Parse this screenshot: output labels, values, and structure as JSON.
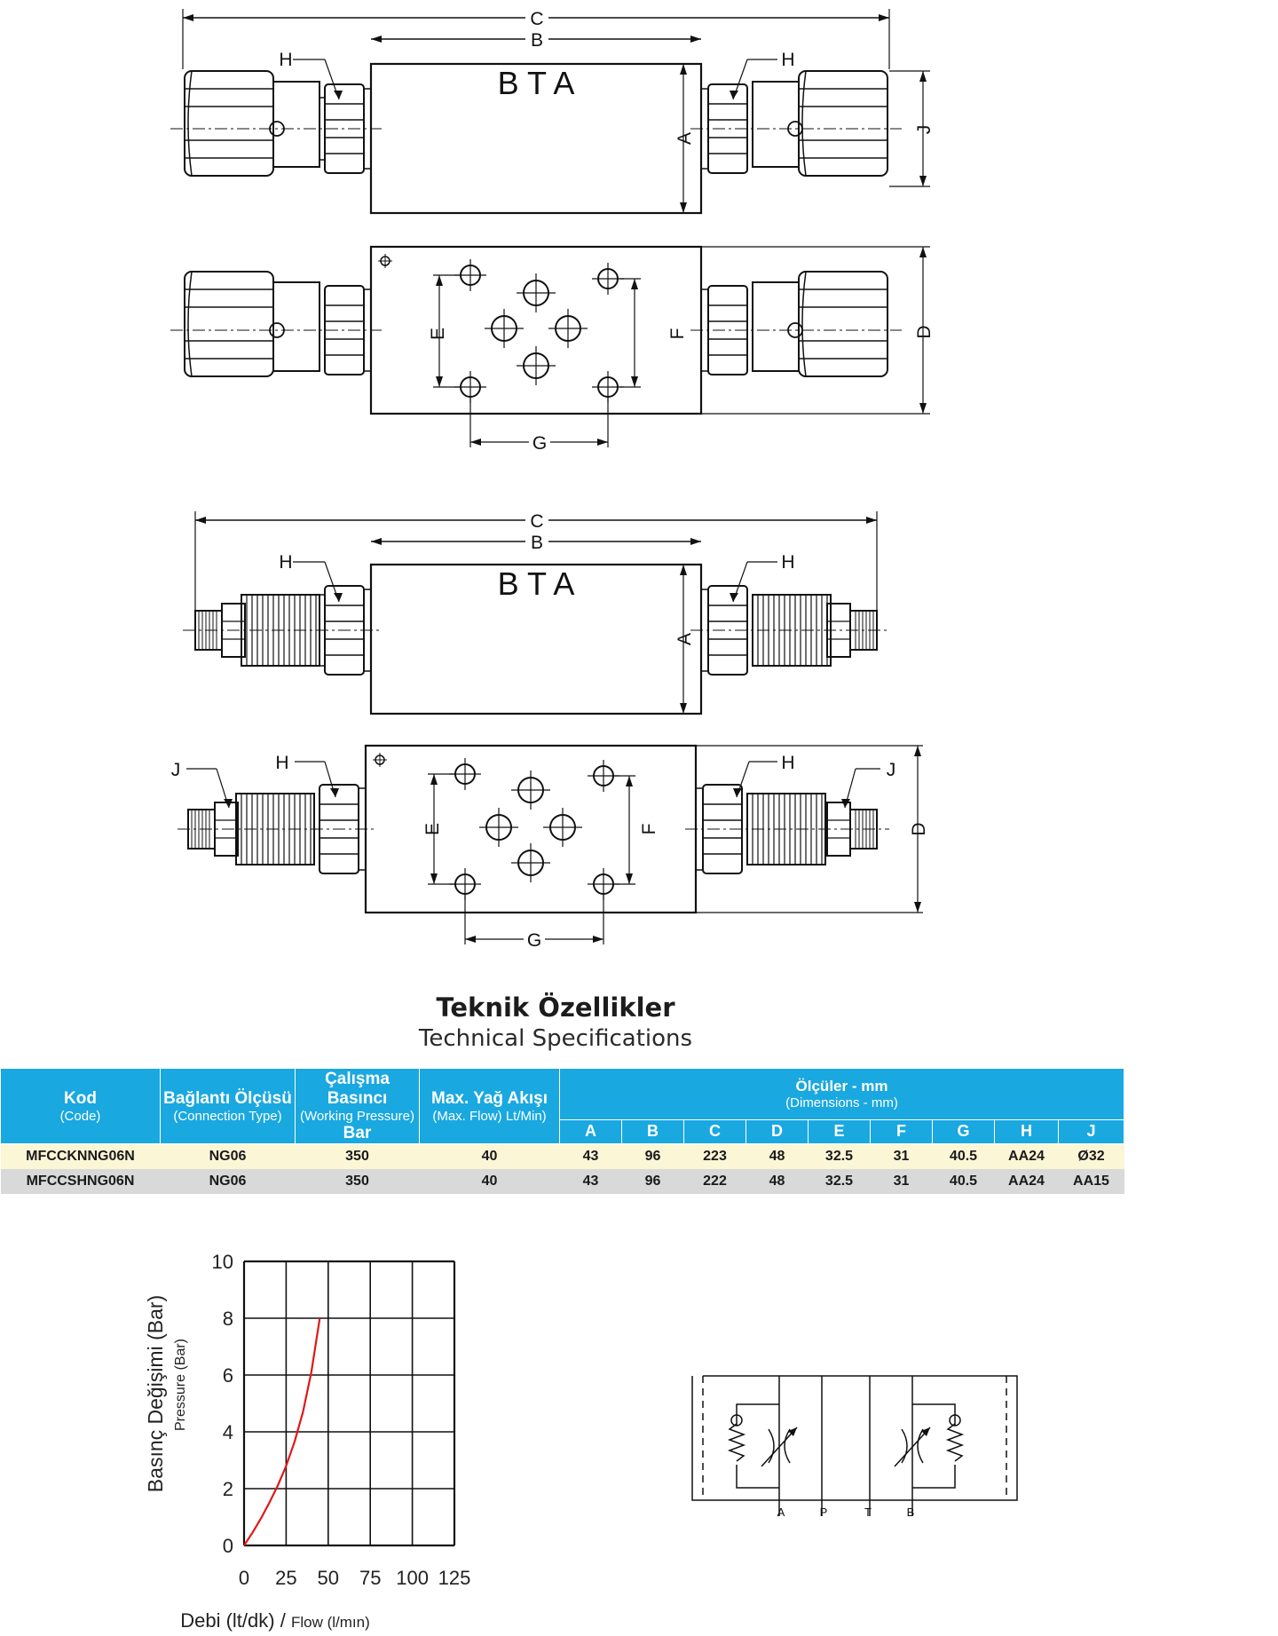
{
  "drawings": {
    "brand": "B T A",
    "labels": {
      "A": "A",
      "B": "B",
      "C": "C",
      "D": "D",
      "E": "E",
      "F": "F",
      "G": "G",
      "H": "H",
      "J": "J"
    }
  },
  "specs": {
    "title_tr": "Teknik Özellikler",
    "title_en": "Technical Specifications",
    "headers": {
      "kod": "Kod",
      "kod_sub": "(Code)",
      "conn": "Bağlantı Ölçüsü",
      "conn_sub": "(Connection Type)",
      "press": "Çalışma Basıncı",
      "press_sub": "(Working Pressure)",
      "press_unit": "Bar",
      "flow": "Max. Yağ Akışı",
      "flow_sub": "(Max. Flow) Lt/Min)",
      "dims": "Ölçüler - mm",
      "dims_sub": "(Dimensions - mm)",
      "dim_cols": [
        "A",
        "B",
        "C",
        "D",
        "E",
        "F",
        "G",
        "H",
        "J"
      ]
    },
    "rows": [
      [
        "MFCCKNNG06N",
        "NG06",
        "350",
        "40",
        "43",
        "96",
        "223",
        "48",
        "32.5",
        "31",
        "40.5",
        "AA24",
        "Ø32"
      ],
      [
        "MFCCSHNG06N",
        "NG06",
        "350",
        "40",
        "43",
        "96",
        "222",
        "48",
        "32.5",
        "31",
        "40.5",
        "AA24",
        "AA15"
      ]
    ]
  },
  "chart_data": {
    "type": "line",
    "title": "",
    "ylabel": "Basınç Değişimi (Bar)",
    "ylabel_en": "Pressure (Bar)",
    "xlabel": "Debi (lt/dk)",
    "xlabel_sep": "/",
    "xlabel_en": "Flow (l/mın)",
    "xlim": [
      0,
      125
    ],
    "ylim": [
      0,
      10
    ],
    "x_ticks": [
      0,
      25,
      50,
      75,
      100,
      125
    ],
    "y_ticks": [
      0,
      2,
      4,
      6,
      8,
      10
    ],
    "grid": true,
    "series": [
      {
        "x": [
          0,
          5,
          10,
          15,
          20,
          25,
          30,
          35,
          40,
          45
        ],
        "y": [
          0,
          0.45,
          0.95,
          1.5,
          2.1,
          2.8,
          3.65,
          4.7,
          6.1,
          8.0
        ],
        "color": "#e01818"
      }
    ]
  },
  "schematic": {
    "ports": [
      "A",
      "P",
      "T",
      "B"
    ]
  }
}
